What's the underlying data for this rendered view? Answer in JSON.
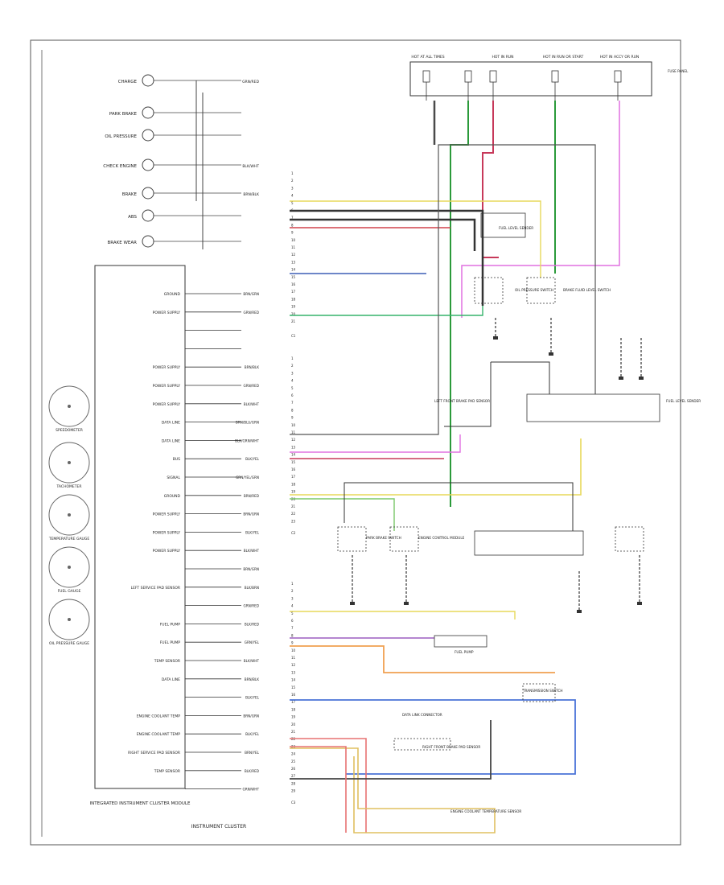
{
  "diagram": {
    "caption": "INSTRUMENT CLUSTER",
    "corner_id": "",
    "left_indicators": [
      {
        "label": "CHARGE",
        "wire": "GRN/RED",
        "icon": "battery-icon"
      },
      {
        "label": "PARK BRAKE",
        "wire": "",
        "icon": "brake-icon"
      },
      {
        "label": "OIL PRESSURE",
        "wire": "",
        "icon": "oil-can-icon"
      },
      {
        "label": "CHECK ENGINE",
        "wire": "BLK/WHT",
        "icon": "engine-icon"
      },
      {
        "label": "BRAKE",
        "wire": "BRN/BLK",
        "icon": "brake-icon"
      },
      {
        "label": "ABS",
        "wire": "",
        "icon": "abs-icon"
      },
      {
        "label": "BRAKE WEAR",
        "wire": "",
        "icon": "brake-wear-icon"
      }
    ],
    "gauges": [
      {
        "label": "SPEEDOMETER"
      },
      {
        "label": "TACHOMETER"
      },
      {
        "label": "TEMPERATURE GAUGE"
      },
      {
        "label": "FUEL GAUGE"
      },
      {
        "label": "OIL PRESSURE GAUGE"
      }
    ],
    "module_label": "INTEGRATED INSTRUMENT CLUSTER MODULE",
    "module_pins": [
      "GROUND",
      "POWER SUPPLY",
      "",
      "",
      "POWER SUPPLY",
      "POWER SUPPLY",
      "POWER SUPPLY",
      "DATA LINE",
      "DATA LINE",
      "BUS",
      "SIGNAL",
      "GROUND",
      "POWER SUPPLY",
      "POWER SUPPLY",
      "POWER SUPPLY",
      "",
      "LEFT SERVICE PAD SENSOR",
      "",
      "FUEL PUMP",
      "FUEL PUMP",
      "TEMP SENSOR",
      "DATA LINE",
      "",
      "ENGINE COOLANT TEMP",
      "ENGINE COOLANT TEMP",
      "RIGHT SERVICE PAD SENSOR",
      "TEMP SENSOR"
    ],
    "module_wires": [
      "BRN/GRN",
      "GRN/RED",
      "",
      "",
      "BRN/BLK",
      "GRN/RED",
      "BLK/WHT",
      "BRN/BLU/GRN",
      "BLK/GRN/WHT",
      "BLK/YEL",
      "GRN/YEL/GRN",
      "BRN/RED",
      "BRN/GRN",
      "BLK/YEL",
      "BLK/WHT",
      "BRN/GRN",
      "BLK/BRN",
      "GRN/RED",
      "BLK/RED",
      "GRN/YEL",
      "BLK/WHT",
      "BRN/BLK",
      "BLK/YEL",
      "BRN/GRN",
      "BLK/YEL",
      "BRN/YEL",
      "BLK/RED",
      "GRN/WHT"
    ],
    "top_labels": [
      "HOT AT ALL TIMES",
      "HOT IN RUN",
      "HOT IN RUN OR START",
      "HOT IN ACCY OR RUN"
    ],
    "right_component_labels": [
      "FUSE PANEL",
      "FUEL LEVEL SENDER",
      "OIL PRESSURE SWITCH",
      "BRAKE FLUID LEVEL SWITCH",
      "PARK BRAKE SWITCH",
      "ENGINE CONTROL MODULE",
      "LEFT FRONT BRAKE PAD SENSOR",
      "FUEL PUMP",
      "TRANSMISSION SWITCH",
      "RIGHT FRONT BRAKE PAD SENSOR",
      "ENGINE COOLANT TEMPERATURE SENSOR",
      "DATA LINK CONNECTOR",
      "FUEL LEVEL SENDER"
    ],
    "connector_refs": [
      "C1",
      "C2",
      "C3"
    ]
  }
}
